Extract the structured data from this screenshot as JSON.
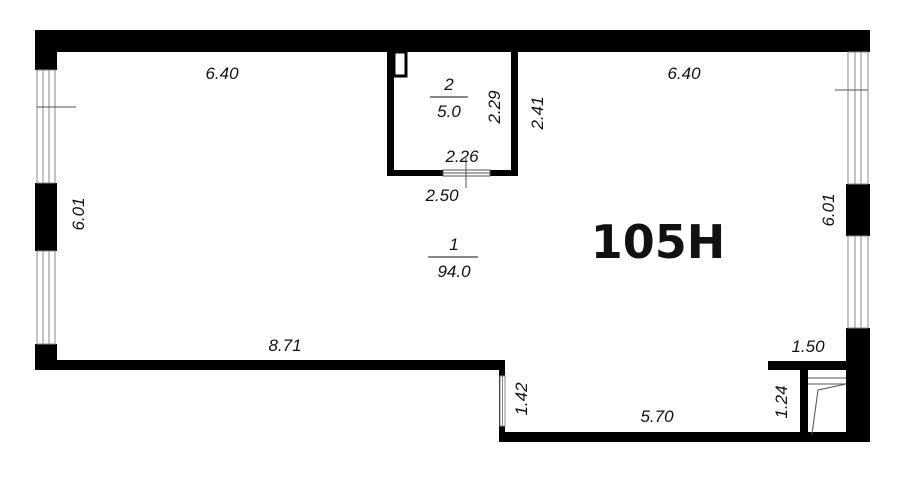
{
  "unit": {
    "label": "105H"
  },
  "rooms": [
    {
      "number": "1",
      "area": "94.0"
    },
    {
      "number": "2",
      "area": "5.0"
    }
  ],
  "dimensions": {
    "top_left_width": "6.40",
    "top_right_width": "6.40",
    "left_height": "6.01",
    "right_height": "6.01",
    "bottom_left_width": "8.71",
    "bottom_right_width": "5.70",
    "step_height": "1.42",
    "room2_inner_height": "2.29",
    "room2_outer_height": "2.41",
    "room2_inner_width": "2.26",
    "room2_outer_width": "2.50",
    "niche_width": "1.50",
    "niche_height": "1.24"
  },
  "colors": {
    "wall": "#000000",
    "background": "#ffffff",
    "window_line": "#888888",
    "door_frame": "#555555"
  }
}
